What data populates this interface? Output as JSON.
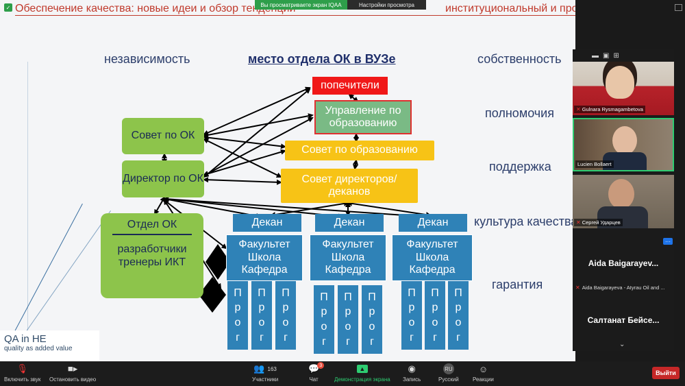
{
  "notification": {
    "viewing": "Вы просматриваете экран IQAA",
    "view_settings": "Настройки просмотра"
  },
  "slide": {
    "title_left": "Обеспечение качества: новые идеи и обзор тенденций",
    "title_right": "институциональный и программный обзор",
    "center_title": "место отдела ОК в ВУЗе",
    "keywords_left": [
      "независимость"
    ],
    "keywords_right": [
      "собственность",
      "полномочия",
      "поддержка",
      "культура качества",
      "гарантия"
    ],
    "boxes": {
      "trustees": "попечители",
      "education_management": "Управление по образованию",
      "education_council": "Совет по образованию",
      "directors_council": "Совет директоров/ деканов",
      "qa_council": "Совет по ОК",
      "qa_director": "Директор по ОК",
      "qa_department_title": "Отдел ОК",
      "qa_department_body": "разработчики тренеры ИКТ"
    },
    "deans": [
      "Декан",
      "Декан",
      "Декан"
    ],
    "faculty_lines": [
      "Факультет",
      "Школа",
      "Кафедра"
    ],
    "prog_letters": [
      "П",
      "р",
      "о",
      "г"
    ],
    "logo": {
      "line1": "QA in HE",
      "line2": "quality as added value"
    }
  },
  "participants": {
    "video": [
      {
        "name": "Gulnara Rysmagambetova"
      },
      {
        "name": "Lucien Bollaert"
      },
      {
        "name": "Сергей Ударцев"
      }
    ],
    "name_tiles": [
      {
        "display": "Aida Baigarayev...",
        "sub": "Aida Baigarayeva - Atyrau Oil and ..."
      },
      {
        "display": "Салтанат Бейсе...",
        "sub": ""
      }
    ],
    "more": "···"
  },
  "toolbar": {
    "mute": "Включить звук",
    "stop_video": "Остановить видео",
    "participants_count": "163",
    "participants": "Участники",
    "chat": "Чат",
    "chat_badge": "3",
    "share": "Демонстрация экрана",
    "record": "Запись",
    "language_code": "RU",
    "language": "Русский",
    "reactions": "Реакции",
    "exit": "Выйти"
  },
  "colors": {
    "accent_green": "#2ecc71",
    "exit_red": "#c62828",
    "slide_blue": "#2f82b7",
    "slide_green": "#8dc44b",
    "slide_yellow": "#f7c316"
  }
}
